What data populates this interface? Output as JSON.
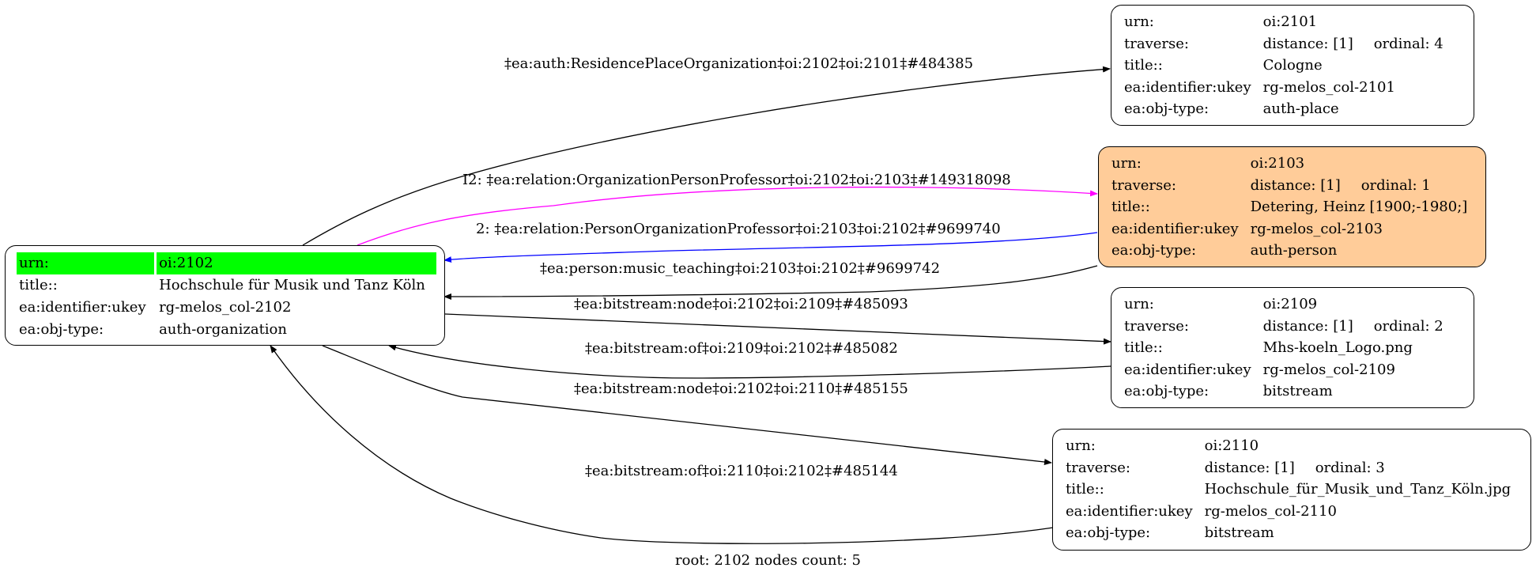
{
  "colors": {
    "highlight_node_fill": "#ffcc99",
    "root_urn_fill": "#00ff00",
    "edge_default": "#000000",
    "edge_magenta": "#ff00ff",
    "edge_blue": "#0000ff"
  },
  "root_node": {
    "rows": [
      {
        "key": "urn:",
        "value": "oi:2102"
      },
      {
        "key": "title::",
        "value": "Hochschule für Musik und Tanz Köln"
      },
      {
        "key": "ea:identifier:ukey",
        "value": "rg-melos_col-2102"
      },
      {
        "key": "ea:obj-type:",
        "value": "auth-organization"
      }
    ]
  },
  "nodes": [
    {
      "id": "2101",
      "urn": "oi:2101",
      "distance": "distance: [1]",
      "ordinal": "ordinal: 4",
      "title": "Cologne",
      "ukey": "rg-melos_col-2101",
      "objtype": "auth-place"
    },
    {
      "id": "2103",
      "urn": "oi:2103",
      "distance": "distance: [1]",
      "ordinal": "ordinal: 1",
      "title": "Detering, Heinz [1900;-1980;]",
      "ukey": "rg-melos_col-2103",
      "objtype": "auth-person"
    },
    {
      "id": "2109",
      "urn": "oi:2109",
      "distance": "distance: [1]",
      "ordinal": "ordinal: 2",
      "title": "Mhs-koeln_Logo.png",
      "ukey": "rg-melos_col-2109",
      "objtype": "bitstream"
    },
    {
      "id": "2110",
      "urn": "oi:2110",
      "distance": "distance: [1]",
      "ordinal": "ordinal: 3",
      "title": "Hochschule_für_Musik_und_Tanz_Köln.jpg",
      "ukey": "rg-melos_col-2110",
      "objtype": "bitstream"
    }
  ],
  "labels": {
    "urn": "urn:",
    "traverse": "traverse:",
    "title": "title::",
    "ukey": "ea:identifier:ukey",
    "objtype": "ea:obj-type:"
  },
  "edges": [
    {
      "id": "e1",
      "label": "‡ea:auth:ResidencePlaceOrganization‡oi:2102‡oi:2101‡#484385"
    },
    {
      "id": "e2",
      "label": "I2: ‡ea:relation:OrganizationPersonProfessor‡oi:2102‡oi:2103‡#149318098"
    },
    {
      "id": "e3",
      "label": "2: ‡ea:relation:PersonOrganizationProfessor‡oi:2103‡oi:2102‡#9699740"
    },
    {
      "id": "e4",
      "label": "‡ea:person:music_teaching‡oi:2103‡oi:2102‡#9699742"
    },
    {
      "id": "e5",
      "label": "‡ea:bitstream:node‡oi:2102‡oi:2109‡#485093"
    },
    {
      "id": "e6",
      "label": "‡ea:bitstream:of‡oi:2109‡oi:2102‡#485082"
    },
    {
      "id": "e7",
      "label": "‡ea:bitstream:node‡oi:2102‡oi:2110‡#485155"
    },
    {
      "id": "e8",
      "label": "‡ea:bitstream:of‡oi:2110‡oi:2102‡#485144"
    }
  ],
  "footer": "root: 2102 nodes count: 5"
}
